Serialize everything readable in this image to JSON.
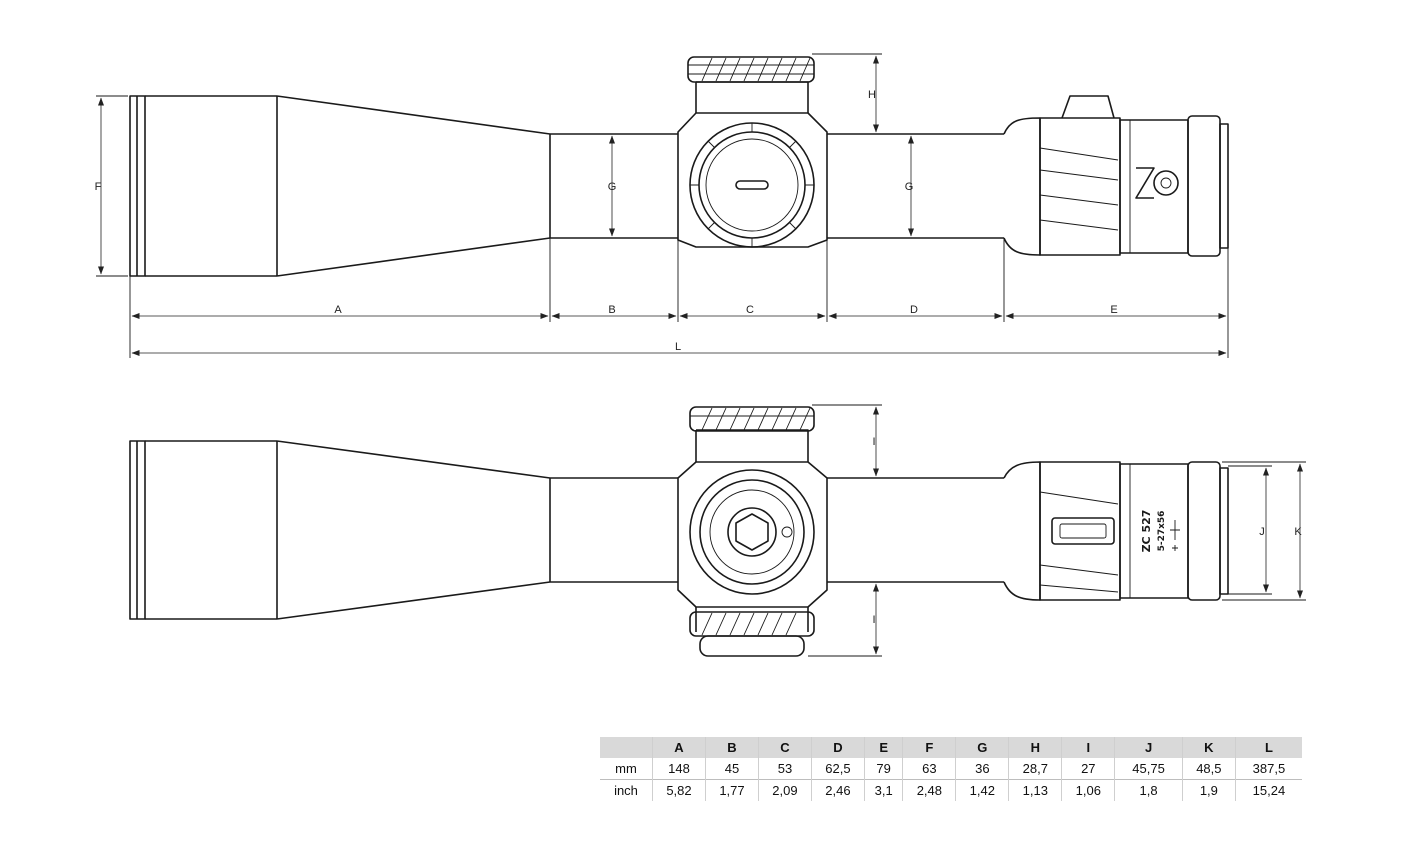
{
  "views": {
    "side": {
      "dimension_labels": {
        "A": "A",
        "B": "B",
        "C": "C",
        "D": "D",
        "E": "E",
        "F": "F",
        "G1": "G",
        "G2": "G",
        "H": "H",
        "L": "L"
      }
    },
    "top": {
      "dimension_labels": {
        "I1": "I",
        "I2": "I",
        "J": "J",
        "K": "K"
      },
      "body_marking": {
        "model": "ZC 527",
        "magnification": "5-27x56"
      }
    }
  },
  "dimensions_table": {
    "columns": [
      "A",
      "B",
      "C",
      "D",
      "E",
      "F",
      "G",
      "H",
      "I",
      "J",
      "K",
      "L"
    ],
    "rows": [
      {
        "unit": "mm",
        "values": [
          "148",
          "45",
          "53",
          "62,5",
          "79",
          "63",
          "36",
          "28,7",
          "27",
          "45,75",
          "48,5",
          "387,5"
        ]
      },
      {
        "unit": "inch",
        "values": [
          "5,82",
          "1,77",
          "2,09",
          "2,46",
          "3,1",
          "2,48",
          "1,42",
          "1,13",
          "1,06",
          "1,8",
          "1,9",
          "15,24"
        ]
      }
    ]
  }
}
